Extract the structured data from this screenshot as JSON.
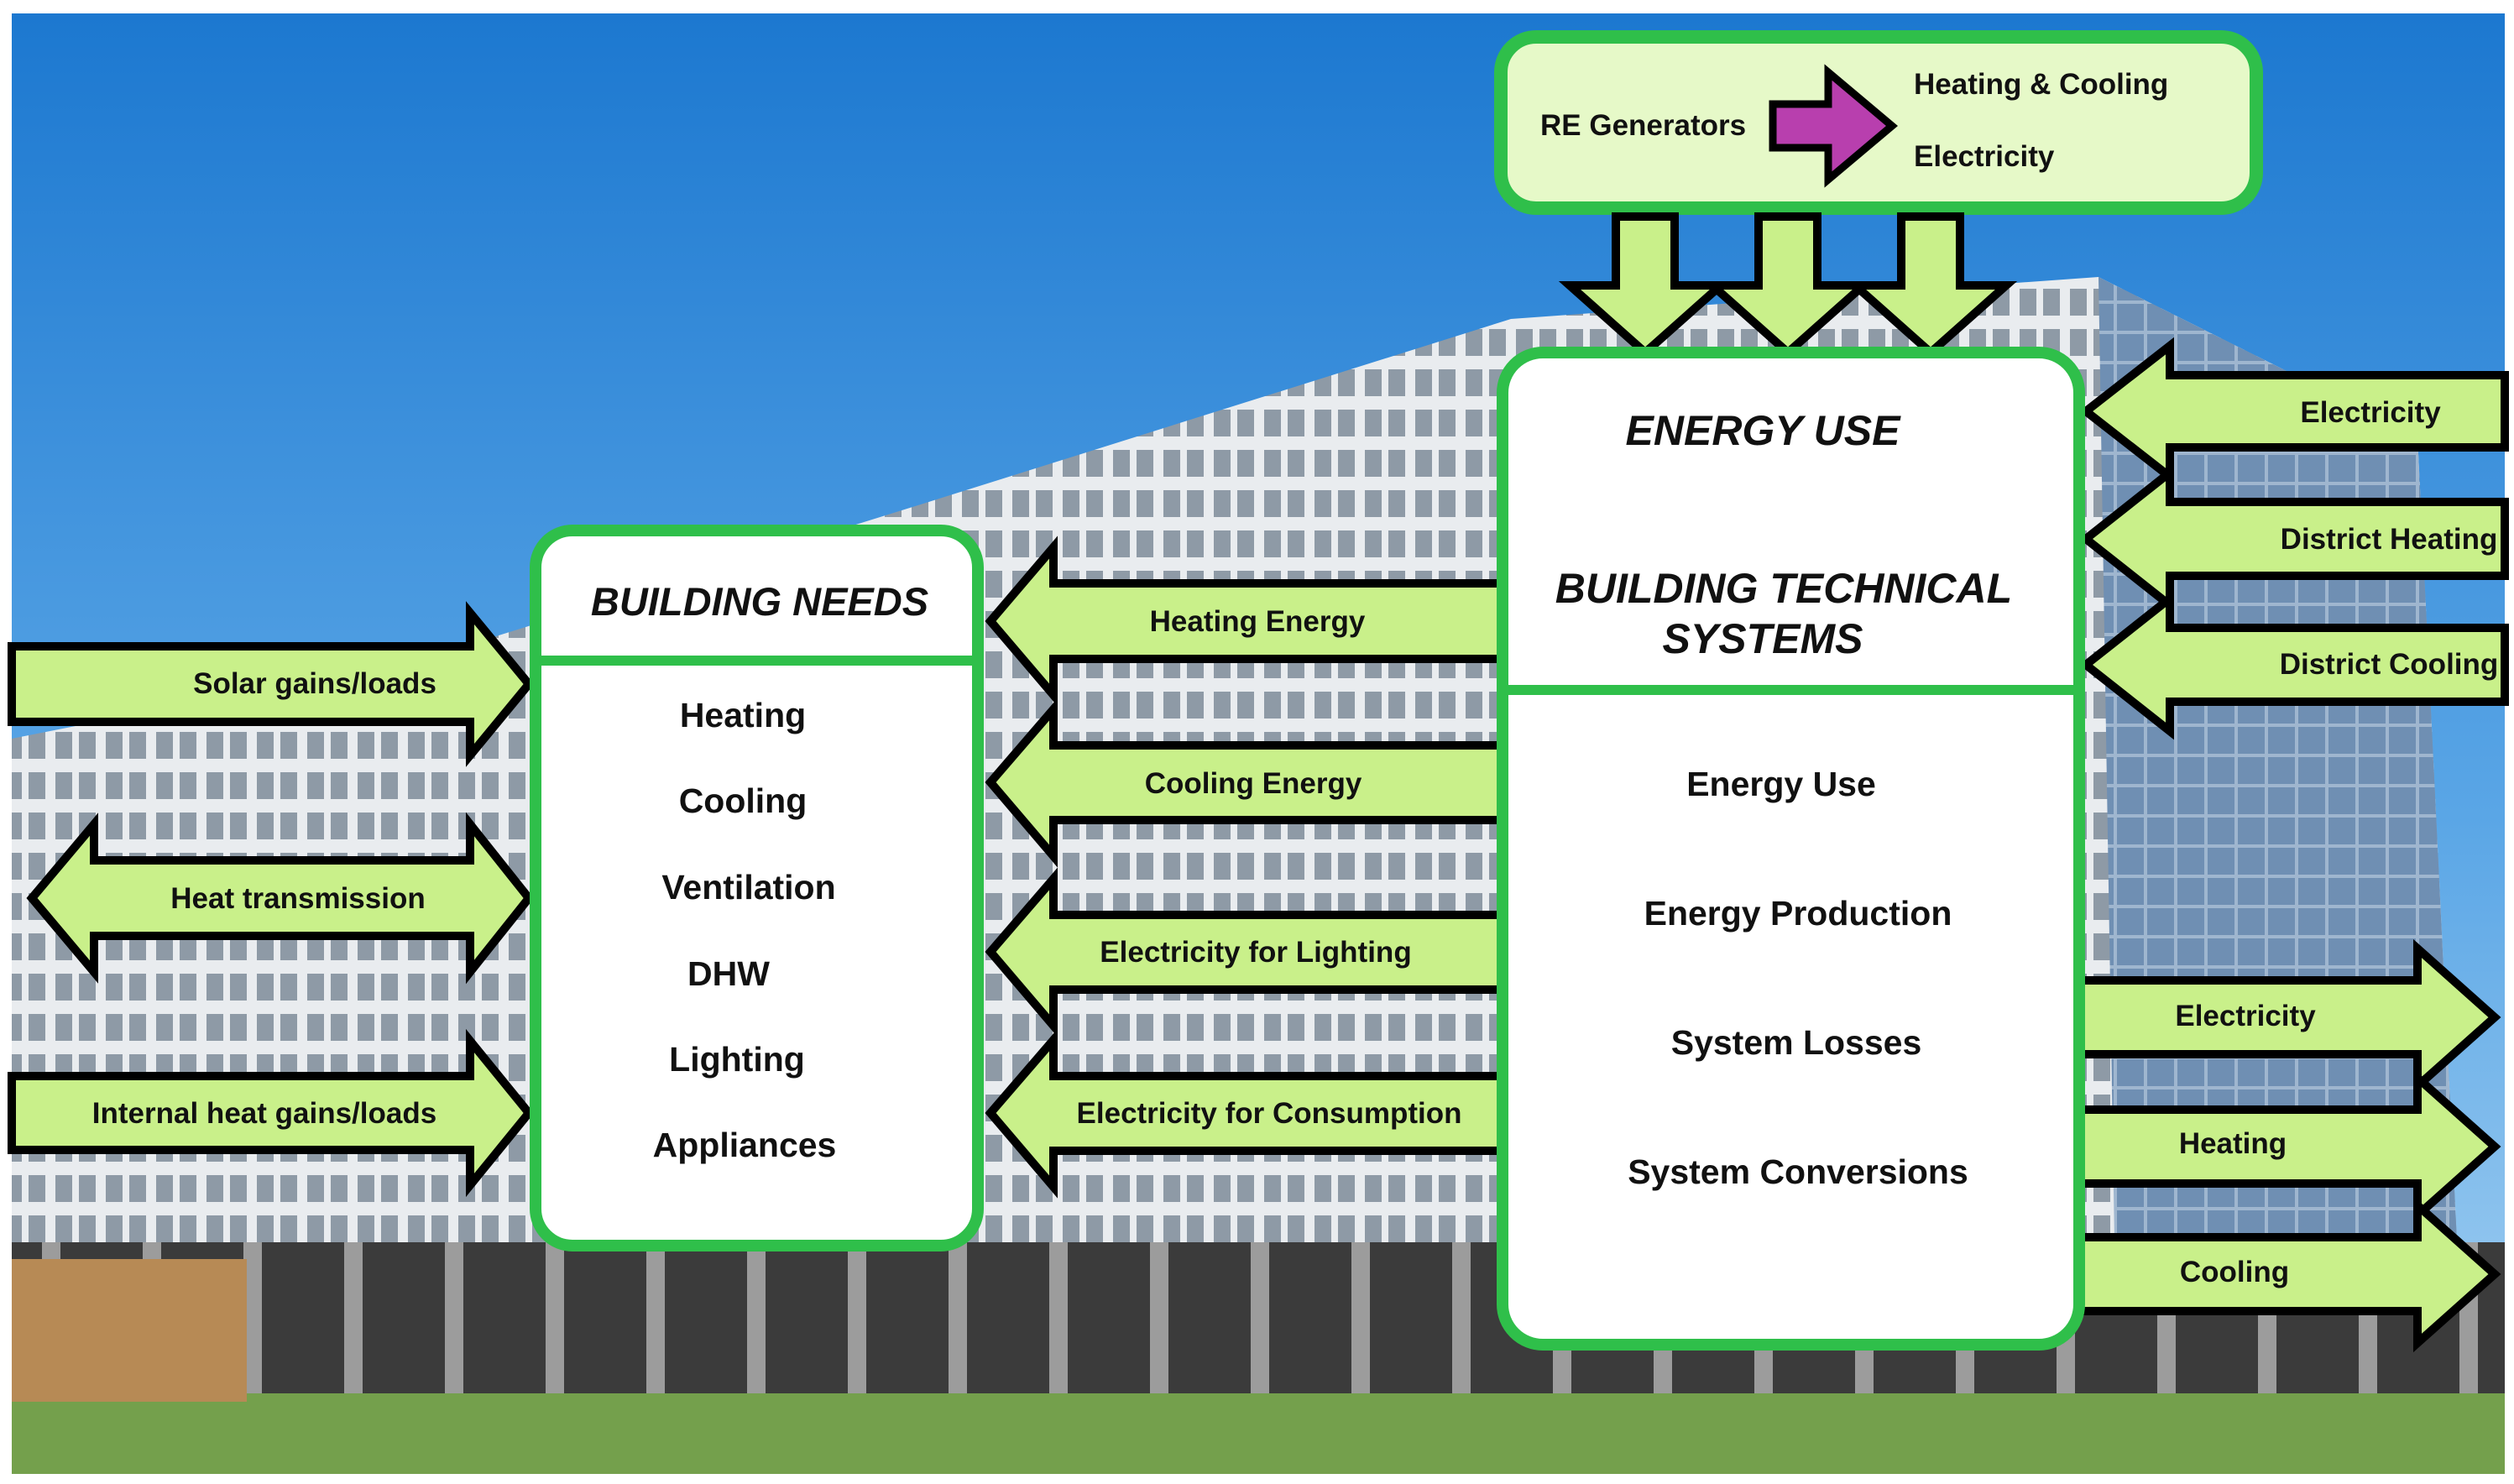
{
  "colors": {
    "arrow_fill": "#c9f08a",
    "arrow_stroke": "#000000",
    "box_border": "#2fbf4a",
    "box_fill": "#ffffff",
    "re_box_fill": "#e6f9c8",
    "re_arrow_fill": "#b83fae",
    "sky_top": "#1f7fd4",
    "sky_bottom": "#8cc4ee",
    "grass": "#6f9a4a"
  },
  "re_generators": {
    "source": "RE Generators",
    "outputs": [
      "Heating & Cooling",
      "Electricity"
    ],
    "arrow_icon": "right-arrow-icon"
  },
  "building_needs": {
    "title": "BUILDING NEEDS",
    "items": [
      "Heating",
      "Cooling",
      "Ventilation",
      "DHW",
      "Lighting",
      "Appliances"
    ]
  },
  "energy_use": {
    "title": "ENERGY USE",
    "subtitle_line1": "BUILDING TECHNICAL",
    "subtitle_line2": "SYSTEMS",
    "items": [
      "Energy Use",
      "Energy Production",
      "System Losses",
      "System Conversions"
    ]
  },
  "envelope_flows": [
    "Solar gains/loads",
    "Heat transmission",
    "Internal heat gains/loads"
  ],
  "supply_flows": [
    "Heating Energy",
    "Cooling Energy",
    "Electricity for Lighting",
    "Electricity for Consumption"
  ],
  "incoming_flows": [
    "Electricity",
    "District Heating",
    "District Cooling"
  ],
  "outgoing_flows": [
    "Electricity",
    "Heating",
    "Cooling"
  ]
}
